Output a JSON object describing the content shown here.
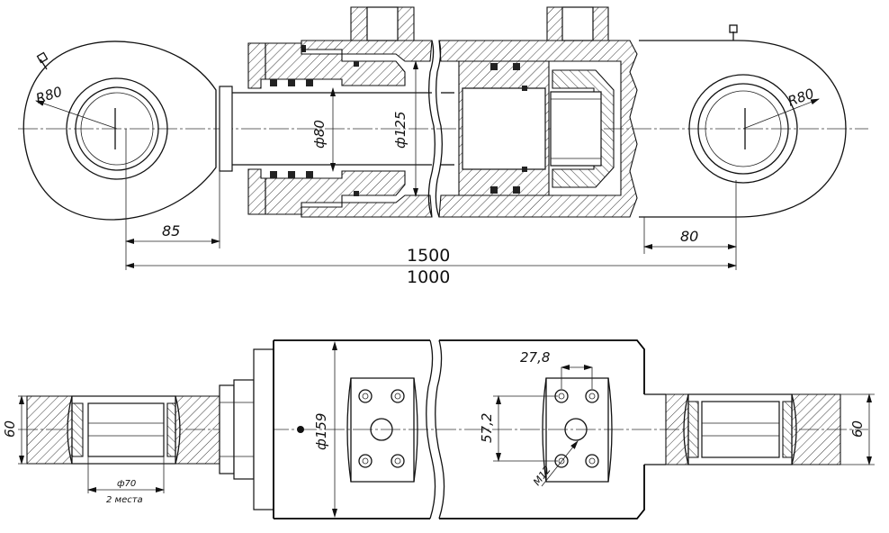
{
  "labels": {
    "r_left": "R80",
    "r_right": "R80",
    "d_rod": "ф80",
    "d_bore": "ф125",
    "dim_85": "85",
    "dim_80": "80",
    "dim_1500": "1500",
    "dim_1000": "1000",
    "dim_60_left": "60",
    "dim_60_right": "60",
    "d_tube": "ф159",
    "d_pin": "ф70",
    "qty": "2 места",
    "dim_278": "27,8",
    "dim_572": "57,2",
    "thread": "M12"
  }
}
